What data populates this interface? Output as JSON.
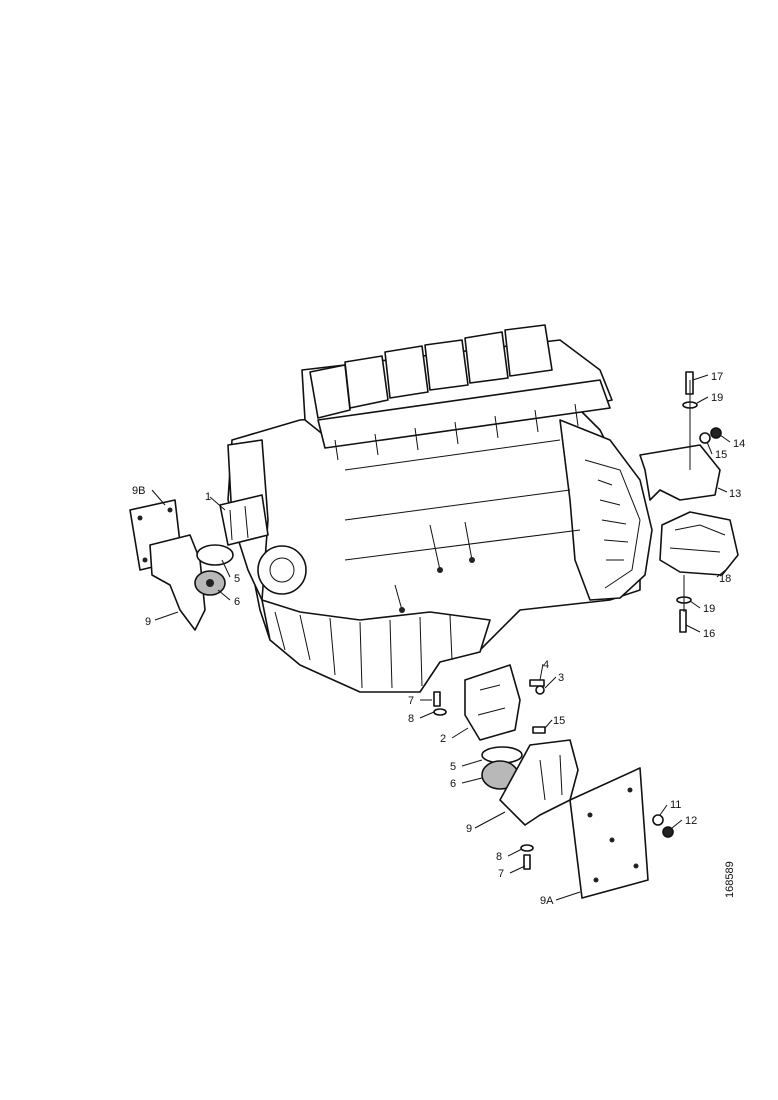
{
  "diagram": {
    "reference_number": "168589",
    "callouts": [
      {
        "id": "c-9b",
        "label": "9B"
      },
      {
        "id": "c-1",
        "label": "1"
      },
      {
        "id": "c-5a",
        "label": "5"
      },
      {
        "id": "c-6a",
        "label": "6"
      },
      {
        "id": "c-9a",
        "label": "9"
      },
      {
        "id": "c-17",
        "label": "17"
      },
      {
        "id": "c-19a",
        "label": "19"
      },
      {
        "id": "c-14",
        "label": "14"
      },
      {
        "id": "c-15a",
        "label": "15"
      },
      {
        "id": "c-13",
        "label": "13"
      },
      {
        "id": "c-18",
        "label": "18"
      },
      {
        "id": "c-19b",
        "label": "19"
      },
      {
        "id": "c-16",
        "label": "16"
      },
      {
        "id": "c-4",
        "label": "4"
      },
      {
        "id": "c-3",
        "label": "3"
      },
      {
        "id": "c-7a",
        "label": "7"
      },
      {
        "id": "c-8a",
        "label": "8"
      },
      {
        "id": "c-2",
        "label": "2"
      },
      {
        "id": "c-15b",
        "label": "15"
      },
      {
        "id": "c-5b",
        "label": "5"
      },
      {
        "id": "c-6b",
        "label": "6"
      },
      {
        "id": "c-9c",
        "label": "9"
      },
      {
        "id": "c-11",
        "label": "11"
      },
      {
        "id": "c-12",
        "label": "12"
      },
      {
        "id": "c-8b",
        "label": "8"
      },
      {
        "id": "c-7b",
        "label": "7"
      },
      {
        "id": "c-9a-pl",
        "label": "9A"
      }
    ]
  }
}
